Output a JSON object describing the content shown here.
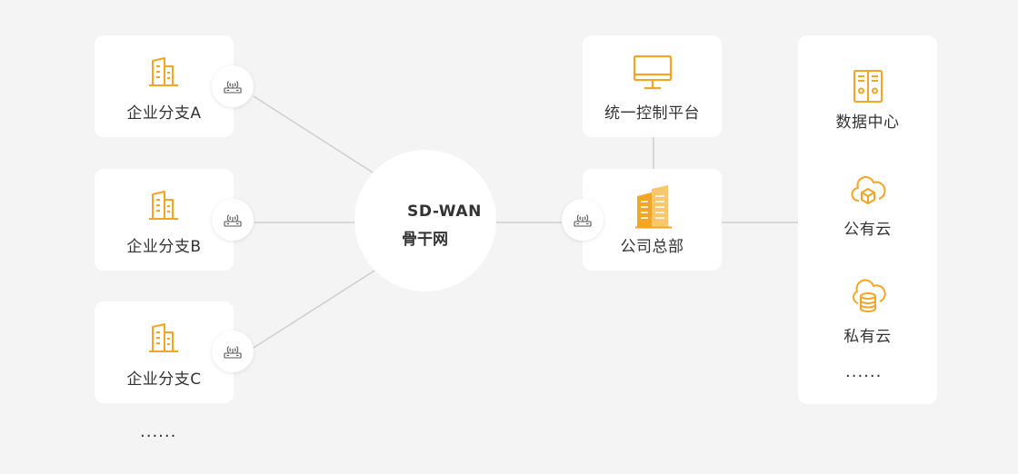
{
  "branches": [
    {
      "label": "企业分支A",
      "icon": "building-icon"
    },
    {
      "label": "企业分支B",
      "icon": "building-icon"
    },
    {
      "label": "企业分支C",
      "icon": "building-icon"
    }
  ],
  "branch_more": "······",
  "hub": {
    "line1": "SD-WAN",
    "line2": "骨干网"
  },
  "control_platform": {
    "label": "统一控制平台",
    "icon": "monitor-icon"
  },
  "headquarters": {
    "label": "公司总部",
    "icon": "office-tower-icon"
  },
  "resources": [
    {
      "label": "数据中心",
      "icon": "server-rack-icon"
    },
    {
      "label": "公有云",
      "icon": "cloud-cube-icon"
    },
    {
      "label": "私有云",
      "icon": "cloud-database-icon"
    }
  ],
  "resources_more": "······",
  "colors": {
    "accent": "#f5a524",
    "accent_light": "#fbc76a",
    "line": "#cfcfcf",
    "background": "#f4f4f4",
    "card": "#ffffff",
    "text": "#333333"
  }
}
